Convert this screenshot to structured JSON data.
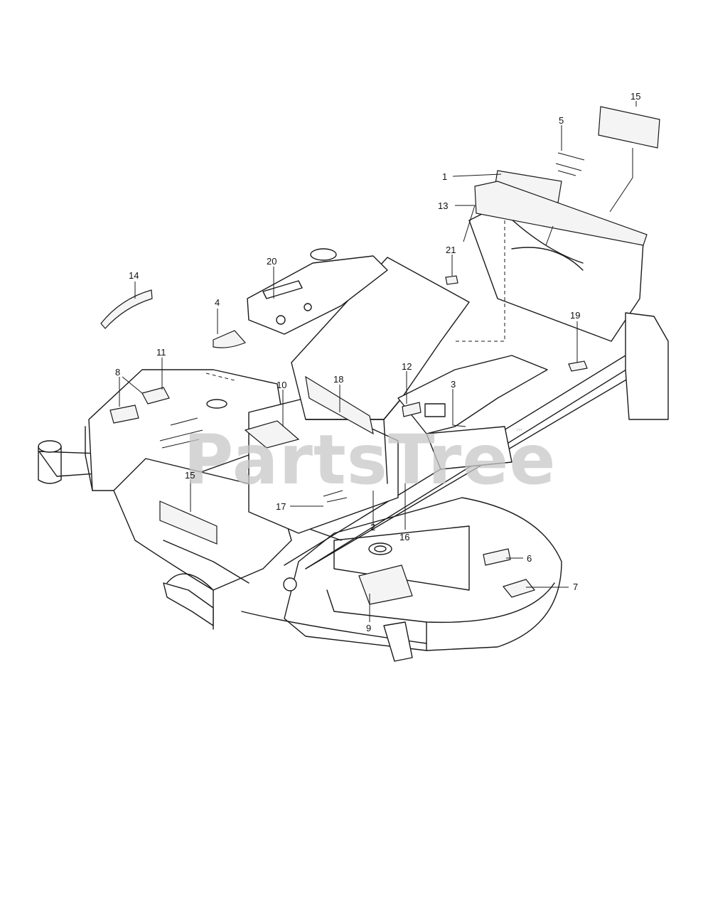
{
  "watermark": {
    "text": "PartsTree",
    "tm": "™"
  },
  "callouts": [
    {
      "id": "c15a",
      "label": "15"
    },
    {
      "id": "c5",
      "label": "5"
    },
    {
      "id": "c1",
      "label": "1"
    },
    {
      "id": "c13",
      "label": "13"
    },
    {
      "id": "c21",
      "label": "21"
    },
    {
      "id": "c20",
      "label": "20"
    },
    {
      "id": "c14",
      "label": "14"
    },
    {
      "id": "c4",
      "label": "4"
    },
    {
      "id": "c19",
      "label": "19"
    },
    {
      "id": "c11",
      "label": "11"
    },
    {
      "id": "c8",
      "label": "8"
    },
    {
      "id": "c12",
      "label": "12"
    },
    {
      "id": "c3",
      "label": "3"
    },
    {
      "id": "c18",
      "label": "18"
    },
    {
      "id": "c10",
      "label": "10"
    },
    {
      "id": "c15b",
      "label": "15"
    },
    {
      "id": "c17",
      "label": "17"
    },
    {
      "id": "c2",
      "label": "2"
    },
    {
      "id": "c16",
      "label": "16"
    },
    {
      "id": "c6",
      "label": "6"
    },
    {
      "id": "c7",
      "label": "7"
    },
    {
      "id": "c9",
      "label": "9"
    }
  ]
}
